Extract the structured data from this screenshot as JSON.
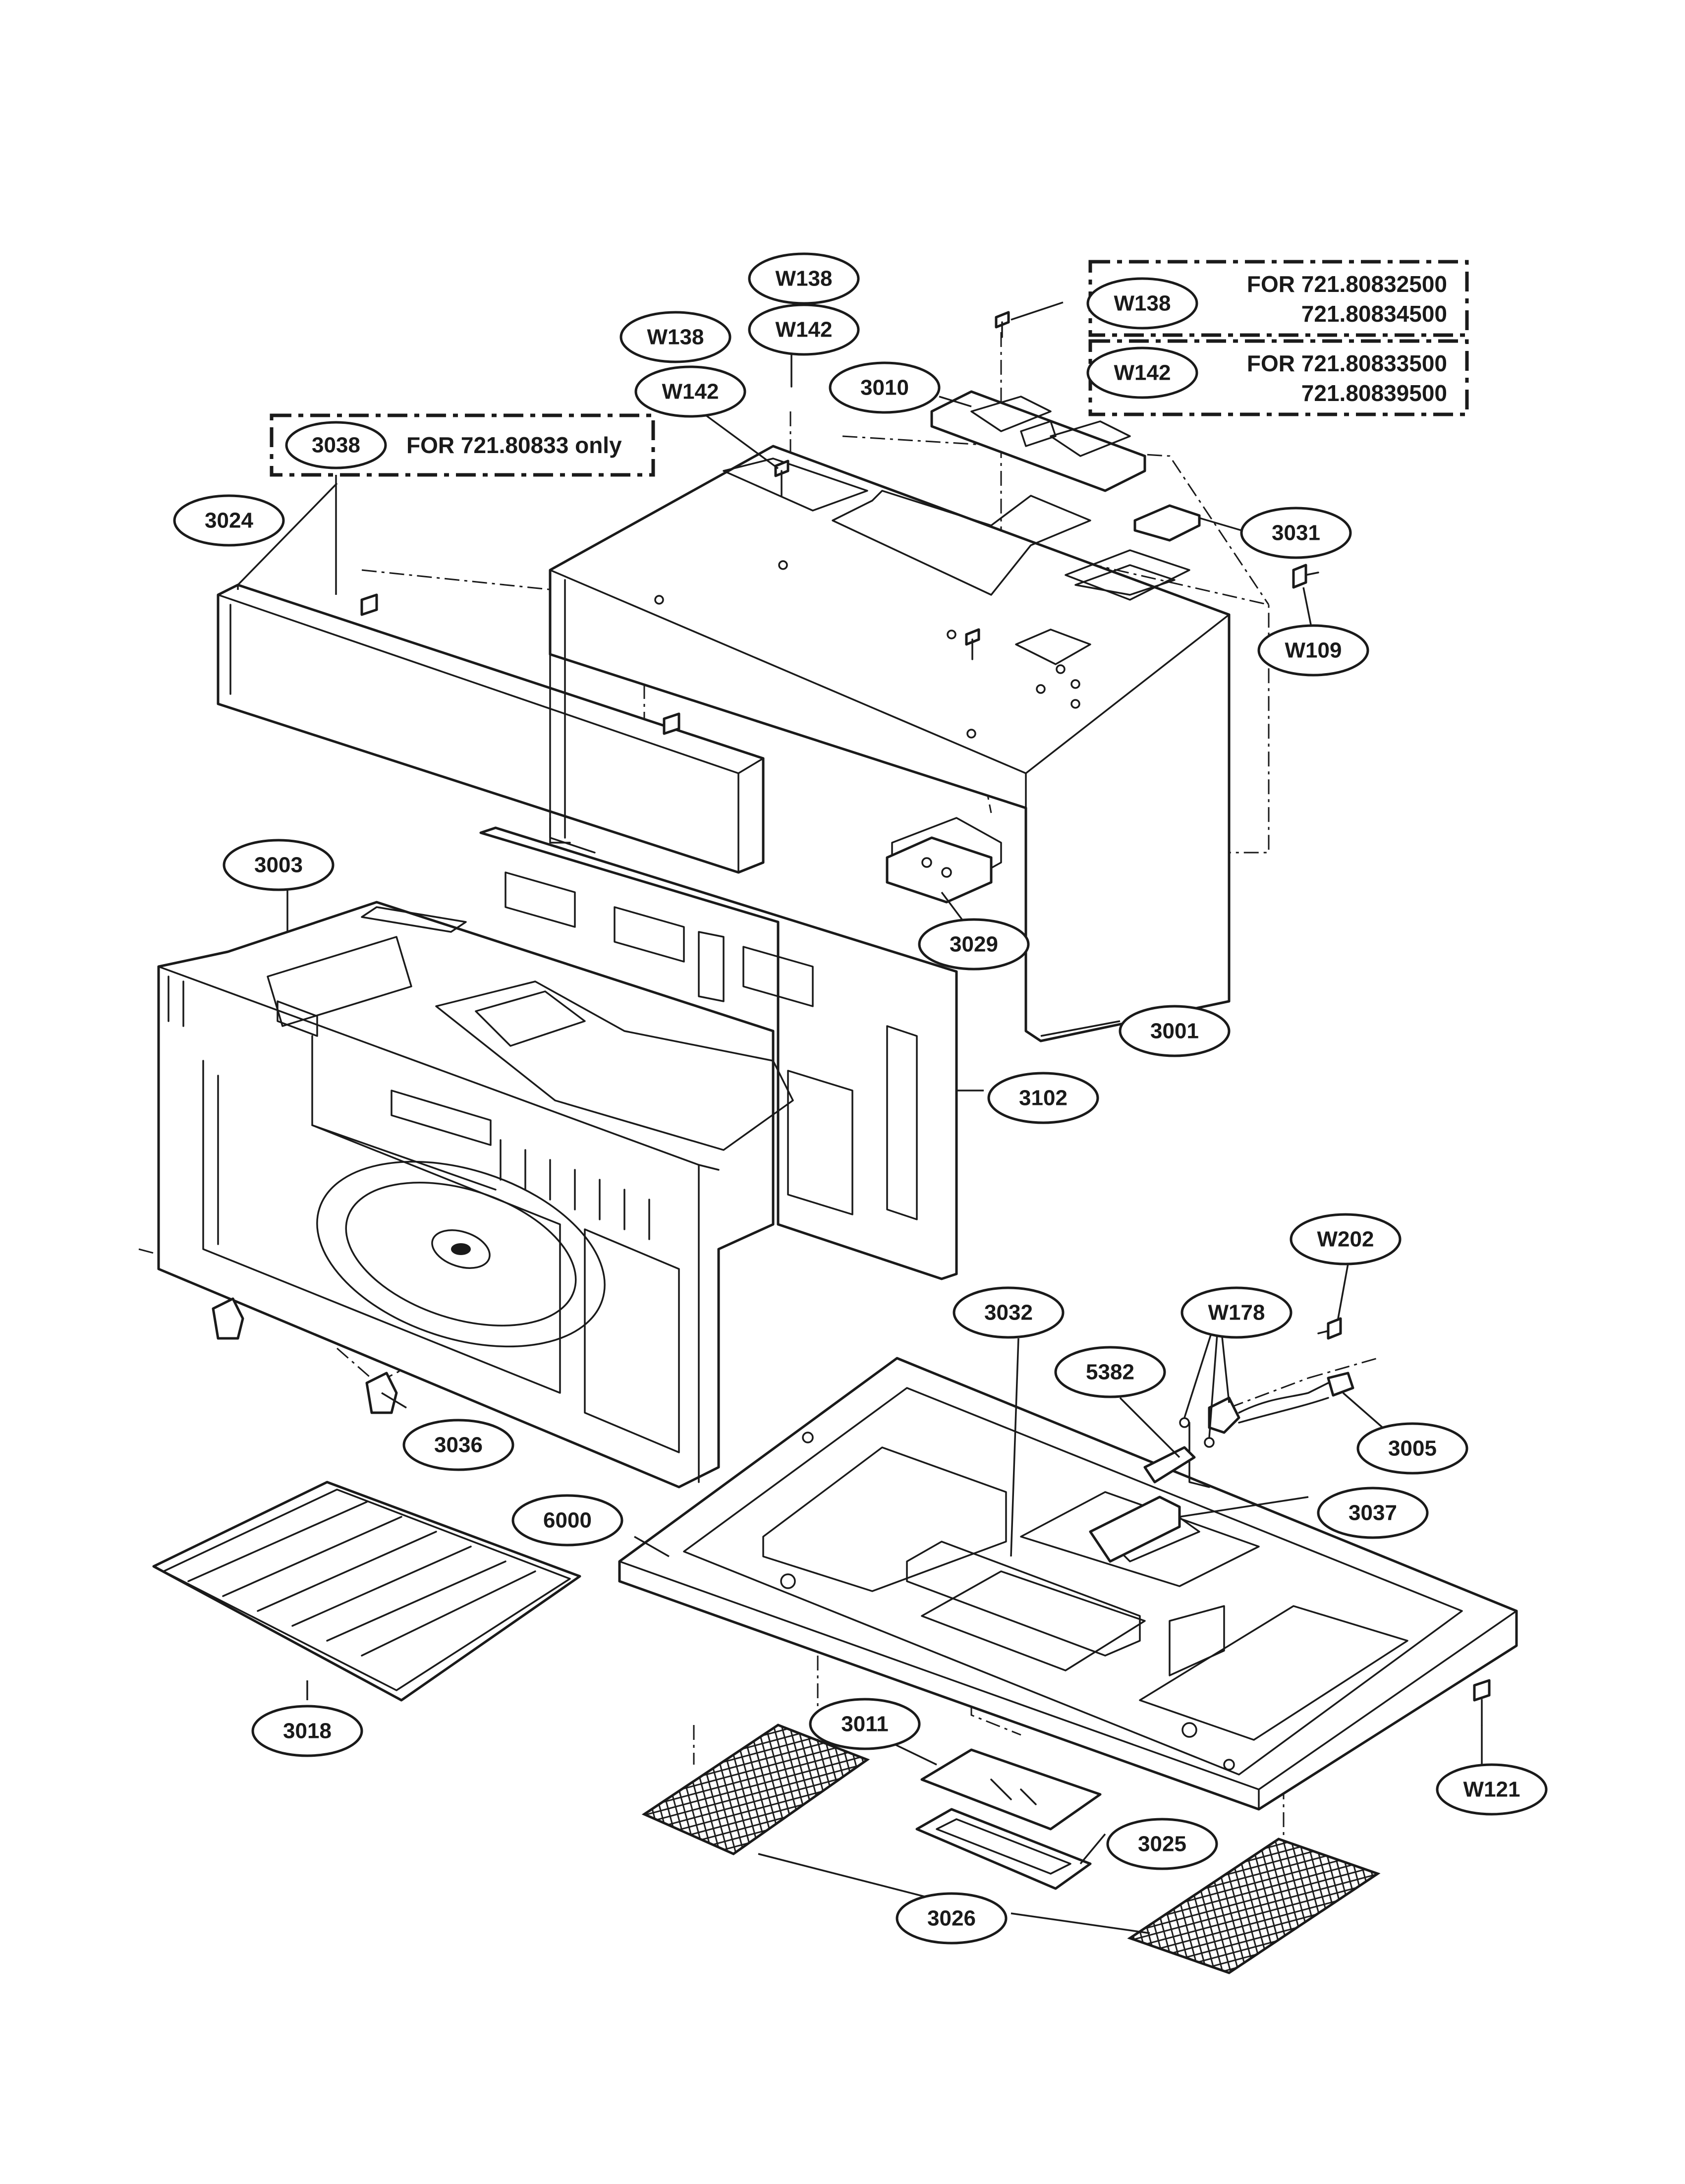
{
  "colors": {
    "ink": "#1a1a1a",
    "paper": "#ffffff"
  },
  "notes": {
    "note_3038": {
      "callout": "3038",
      "text": "FOR 721.80833 only"
    },
    "note_w138": {
      "callout": "W138",
      "line1": "FOR 721.80832500",
      "line2": "721.80834500"
    },
    "note_w142": {
      "callout": "W142",
      "line1": "FOR 721.80833500",
      "line2": "721.80839500"
    }
  },
  "callouts": {
    "c_w138_top": "W138",
    "c_w142_top": "W142",
    "c_w138_left": "W138",
    "c_w142_left": "W142",
    "c_3010": "3010",
    "c_3031": "3031",
    "c_w109": "W109",
    "c_3024": "3024",
    "c_3003": "3003",
    "c_3029": "3029",
    "c_3001": "3001",
    "c_3102": "3102",
    "c_w202": "W202",
    "c_w178": "W178",
    "c_3032": "3032",
    "c_5382": "5382",
    "c_3005": "3005",
    "c_3036": "3036",
    "c_6000": "6000",
    "c_3037": "3037",
    "c_3018": "3018",
    "c_3011": "3011",
    "c_3025": "3025",
    "c_3026": "3026",
    "c_w121": "W121"
  }
}
